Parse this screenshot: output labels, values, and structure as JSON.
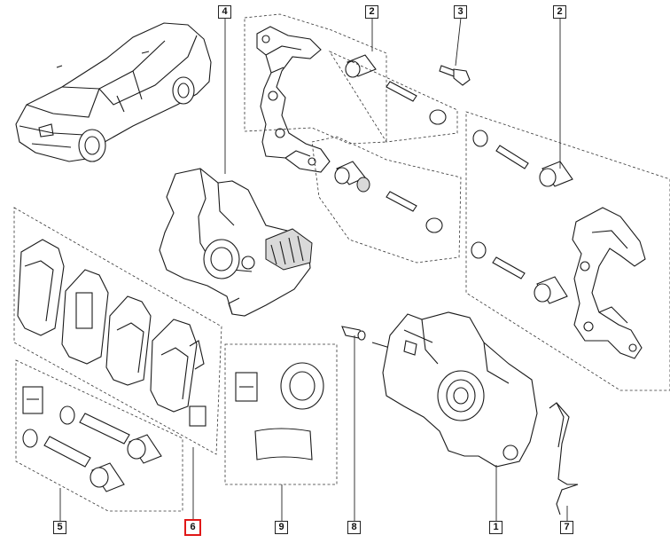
{
  "callouts": [
    {
      "id": "c4",
      "label": "4",
      "highlight": false
    },
    {
      "id": "c2a",
      "label": "2",
      "highlight": false
    },
    {
      "id": "c3",
      "label": "3",
      "highlight": false
    },
    {
      "id": "c2b",
      "label": "2",
      "highlight": false
    },
    {
      "id": "c5",
      "label": "5",
      "highlight": false
    },
    {
      "id": "c6",
      "label": "6",
      "highlight": true
    },
    {
      "id": "c9",
      "label": "9",
      "highlight": false
    },
    {
      "id": "c8",
      "label": "8",
      "highlight": false
    },
    {
      "id": "c1",
      "label": "1",
      "highlight": false
    },
    {
      "id": "c7",
      "label": "7",
      "highlight": false
    }
  ],
  "colors": {
    "highlight": "#e01818",
    "line": "#1a1a1a"
  }
}
